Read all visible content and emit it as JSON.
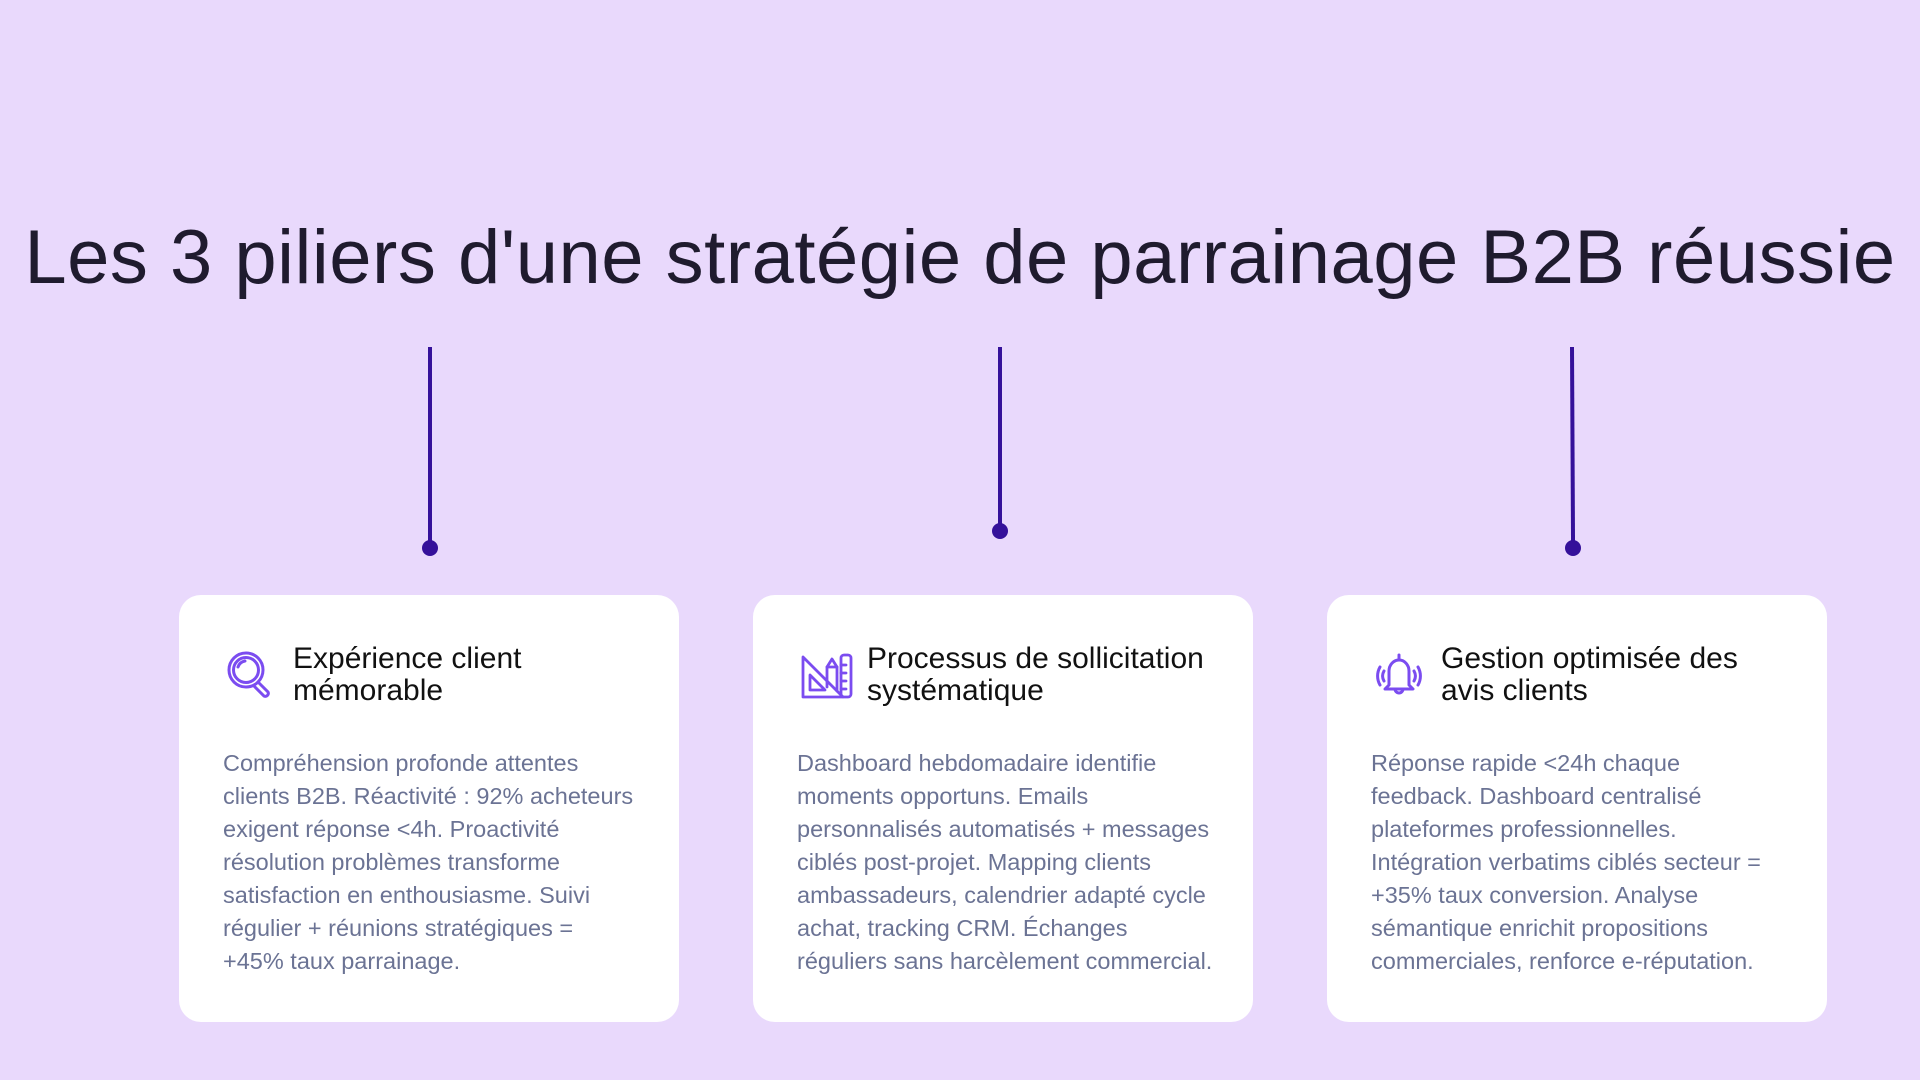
{
  "title": "Les 3 piliers d'une stratégie de parrainage B2B réussie",
  "colors": {
    "background": "#e9d9fc",
    "card": "#ffffff",
    "connector": "#35119a",
    "icon": "#7b4cf0",
    "title_text": "#1f1b2e",
    "body_text": "#6b7394"
  },
  "pillars": [
    {
      "icon": "magnifying-glass-icon",
      "title": "Expérience client mémorable",
      "body": "Compréhension profonde attentes clients B2B. Réactivité : 92% acheteurs exigent réponse <4h. Proactivité résolution problèmes transforme satisfaction en enthousiasme. Suivi régulier + réunions stratégiques = +45% taux parrainage."
    },
    {
      "icon": "ruler-pencil-triangle-icon",
      "title": "Processus de sollicitation systématique",
      "body": "Dashboard hebdomadaire identifie moments opportuns. Emails personnalisés automatisés + messages ciblés post-projet. Mapping clients ambassadeurs, calendrier adapté cycle achat, tracking CRM. Échanges réguliers sans harcèlement commercial."
    },
    {
      "icon": "ringing-bell-icon",
      "title": "Gestion optimisée des avis clients",
      "body": "Réponse rapide <24h chaque feedback. Dashboard centralisé plateformes professionnelles. Intégration verbatims ciblés secteur = +35% taux conversion. Analyse sémantique enrichit propositions commerciales, renforce e-réputation."
    }
  ]
}
